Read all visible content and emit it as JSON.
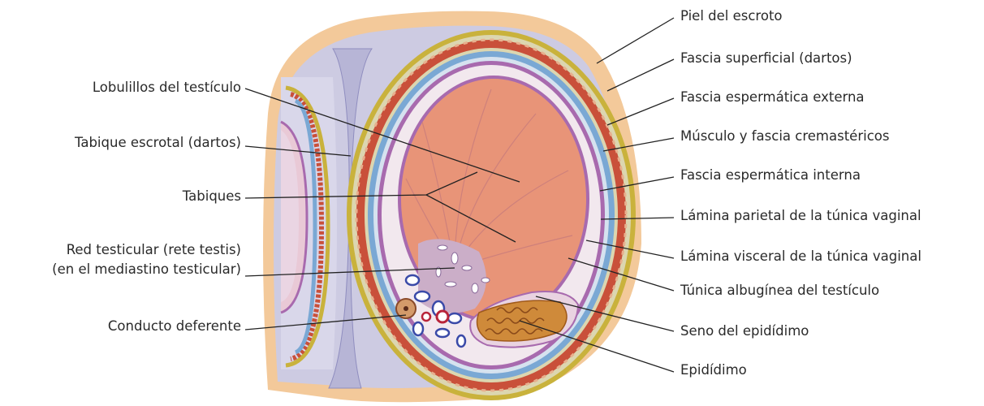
{
  "colors": {
    "skin": "#f3c99a",
    "dartos_fascia": "#c9c7e0",
    "yellow_layer": "#c9b23c",
    "muscle_red": "#c9503a",
    "blue_fascia": "#7aa8d4",
    "purple_layer": "#a86aae",
    "testis": "#e89478",
    "epididymis": "#cf8a3a",
    "label_text": "#2a2a2a",
    "leader_line": "#222222"
  },
  "labels_left": {
    "lobulillos": "Lobulillos del testículo",
    "tabique_escrotal": "Tabique escrotal (dartos)",
    "tabiques": "Tabiques",
    "red_testicular": "Red testicular (rete testis)",
    "mediastino": "(en el mediastino testicular)",
    "conducto": "Conducto deferente"
  },
  "labels_right": {
    "piel": "Piel del escroto",
    "fascia_superficial": "Fascia superficial (dartos)",
    "fascia_externa": "Fascia espermática externa",
    "cremaster": "Músculo y fascia cremastéricos",
    "fascia_interna": "Fascia espermática interna",
    "lamina_parietal": "Lámina parietal de la túnica vaginal",
    "lamina_visceral": "Lámina visceral de la túnica vaginal",
    "albuginea": "Túnica albugínea del testículo",
    "seno": "Seno del epidídimo",
    "epididimo": "Epidídimo"
  }
}
